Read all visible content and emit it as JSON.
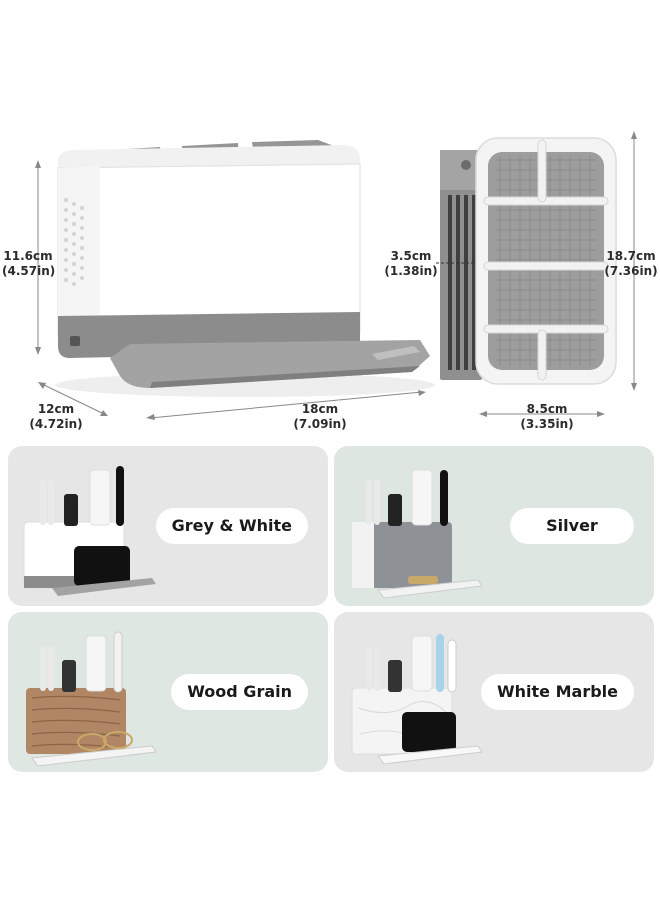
{
  "dimensions": {
    "height": {
      "metric": "11.6cm",
      "imperial": "(4.57in)"
    },
    "depth": {
      "metric": "12cm",
      "imperial": "(4.72in)"
    },
    "width": {
      "metric": "18cm",
      "imperial": "(7.09in)"
    },
    "slot": {
      "metric": "3.5cm",
      "imperial": "(1.38in)"
    },
    "tray_height": {
      "metric": "18.7cm",
      "imperial": "(7.36in)"
    },
    "tray_width": {
      "metric": "8.5cm",
      "imperial": "(3.35in)"
    }
  },
  "variants": [
    {
      "label": "Grey & White",
      "background": "#e6e6e6",
      "body_color": "#ffffff"
    },
    {
      "label": "Silver",
      "background": "#dde6e1",
      "body_color": "#8e9195"
    },
    {
      "label": "Wood Grain",
      "background": "#dfe7e2",
      "body_color": "#b08664"
    },
    {
      "label": "White Marble",
      "background": "#e6e6e6",
      "body_color": "#f4f4f4"
    }
  ],
  "colors": {
    "accent_grey": "#8c8c8c",
    "divider_grey": "#9a9a9a",
    "tray_grey": "#a3a3a3",
    "body_white": "#ffffff"
  }
}
